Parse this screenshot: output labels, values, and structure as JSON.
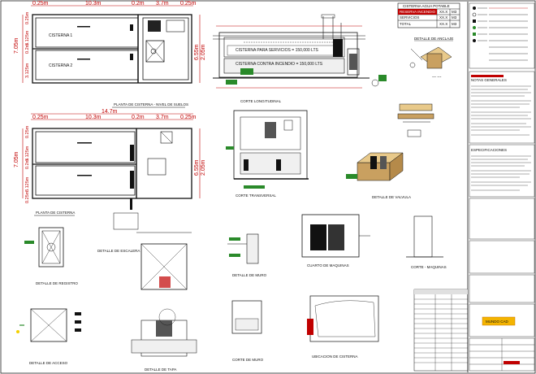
{
  "table_agua": {
    "title": "CISTERNA AGUA POTABLE",
    "rows": [
      {
        "label": "RESERVA INCENDIO",
        "value": "XX.X",
        "unit": "M3"
      },
      {
        "label": "SERVICIOS",
        "value": "XX.X",
        "unit": "M3"
      },
      {
        "label": "TOTAL",
        "value": "XX.X",
        "unit": "M3"
      }
    ]
  },
  "plan_top": {
    "dim_top": [
      "0.25m",
      "10.3m",
      "0.2m",
      "3.7m",
      "0.25m"
    ],
    "dim_left": [
      "7.05m",
      "0.25m",
      "3.125m",
      "0.2m",
      "3.125m"
    ],
    "dim_right": [
      "6.55m",
      "2.05m"
    ],
    "rooms": [
      "CISTERNA 1",
      "CISTERNA 2"
    ],
    "title": "PLANTA DE CISTERNA - NIVEL DE SUELOS"
  },
  "plan_mid": {
    "dim_total": "14.7m",
    "dim_top": [
      "0.25m",
      "10.3m",
      "0.2m",
      "3.7m",
      "0.25m"
    ],
    "dim_left": [
      "7.05m",
      "0.25m",
      "3.125m",
      "0.2m",
      "3.125m",
      "0.25m"
    ],
    "dim_right": [
      "6.55m",
      "2.05m"
    ],
    "title": "PLANTA DE CISTERNA"
  },
  "section": {
    "notes": [
      "CISTERNA PARA SERVICIOS = 150,000 LTS",
      "CISTERNA CONTRA INCENDIO = 150,000 LTS"
    ],
    "title": "CORTE LONGITUDINAL"
  },
  "detail_titles": {
    "anclaje": "DETALLE DE ANCLAJE",
    "transversal": "CORTE TRANSVERSAL",
    "registro": "DETALLE DE REGISTRO",
    "valvula": "DETALLE DE VALVULA",
    "escalera": "DETALLE DE ESCALERA",
    "tapa": "DETALLE DE TAPA",
    "muro": "DETALLE DE MURO",
    "muro_corte": "CORTE DE MURO",
    "ubicacion": "UBICACION DE CISTERNA",
    "acceso": "DETALLE DE ACCESO",
    "cuarto": "CUARTO DE MAQUINAS",
    "cuarto_corte": "CORTE - MAQUINAS"
  },
  "side_panel": {
    "notes_title": "NOTAS GENERALES",
    "spec_title": "ESPECIFICACIONES",
    "logo_text": "MUNDO CAD"
  }
}
